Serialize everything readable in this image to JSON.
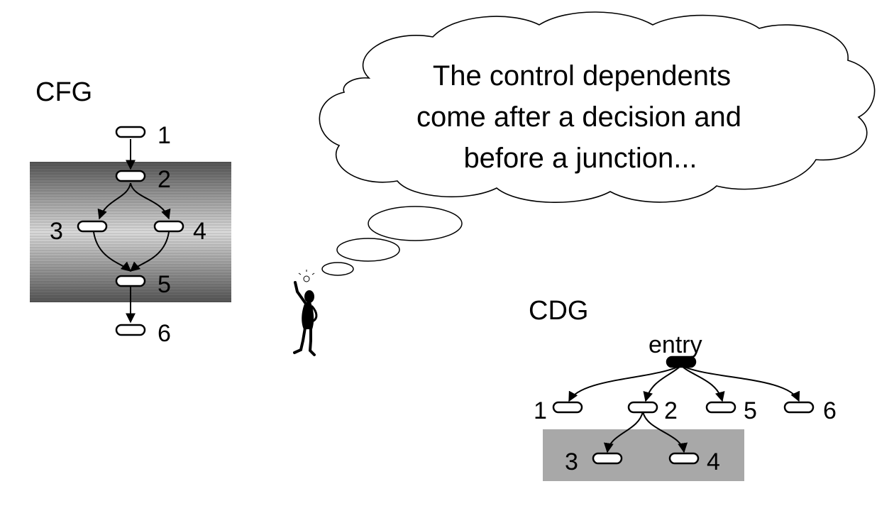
{
  "cfg": {
    "title": "CFG",
    "nodes": [
      "1",
      "2",
      "3",
      "4",
      "5",
      "6"
    ]
  },
  "cdg": {
    "title": "CDG",
    "entry_label": "entry",
    "nodes": [
      "1",
      "2",
      "5",
      "6",
      "3",
      "4"
    ]
  },
  "thought": {
    "lines": [
      "The control dependents",
      "come after a decision and",
      "before a junction..."
    ]
  },
  "colors": {
    "highlight_gray": "#a8a8a8",
    "node_fill": "#ffffff",
    "entry_fill": "#000000"
  }
}
